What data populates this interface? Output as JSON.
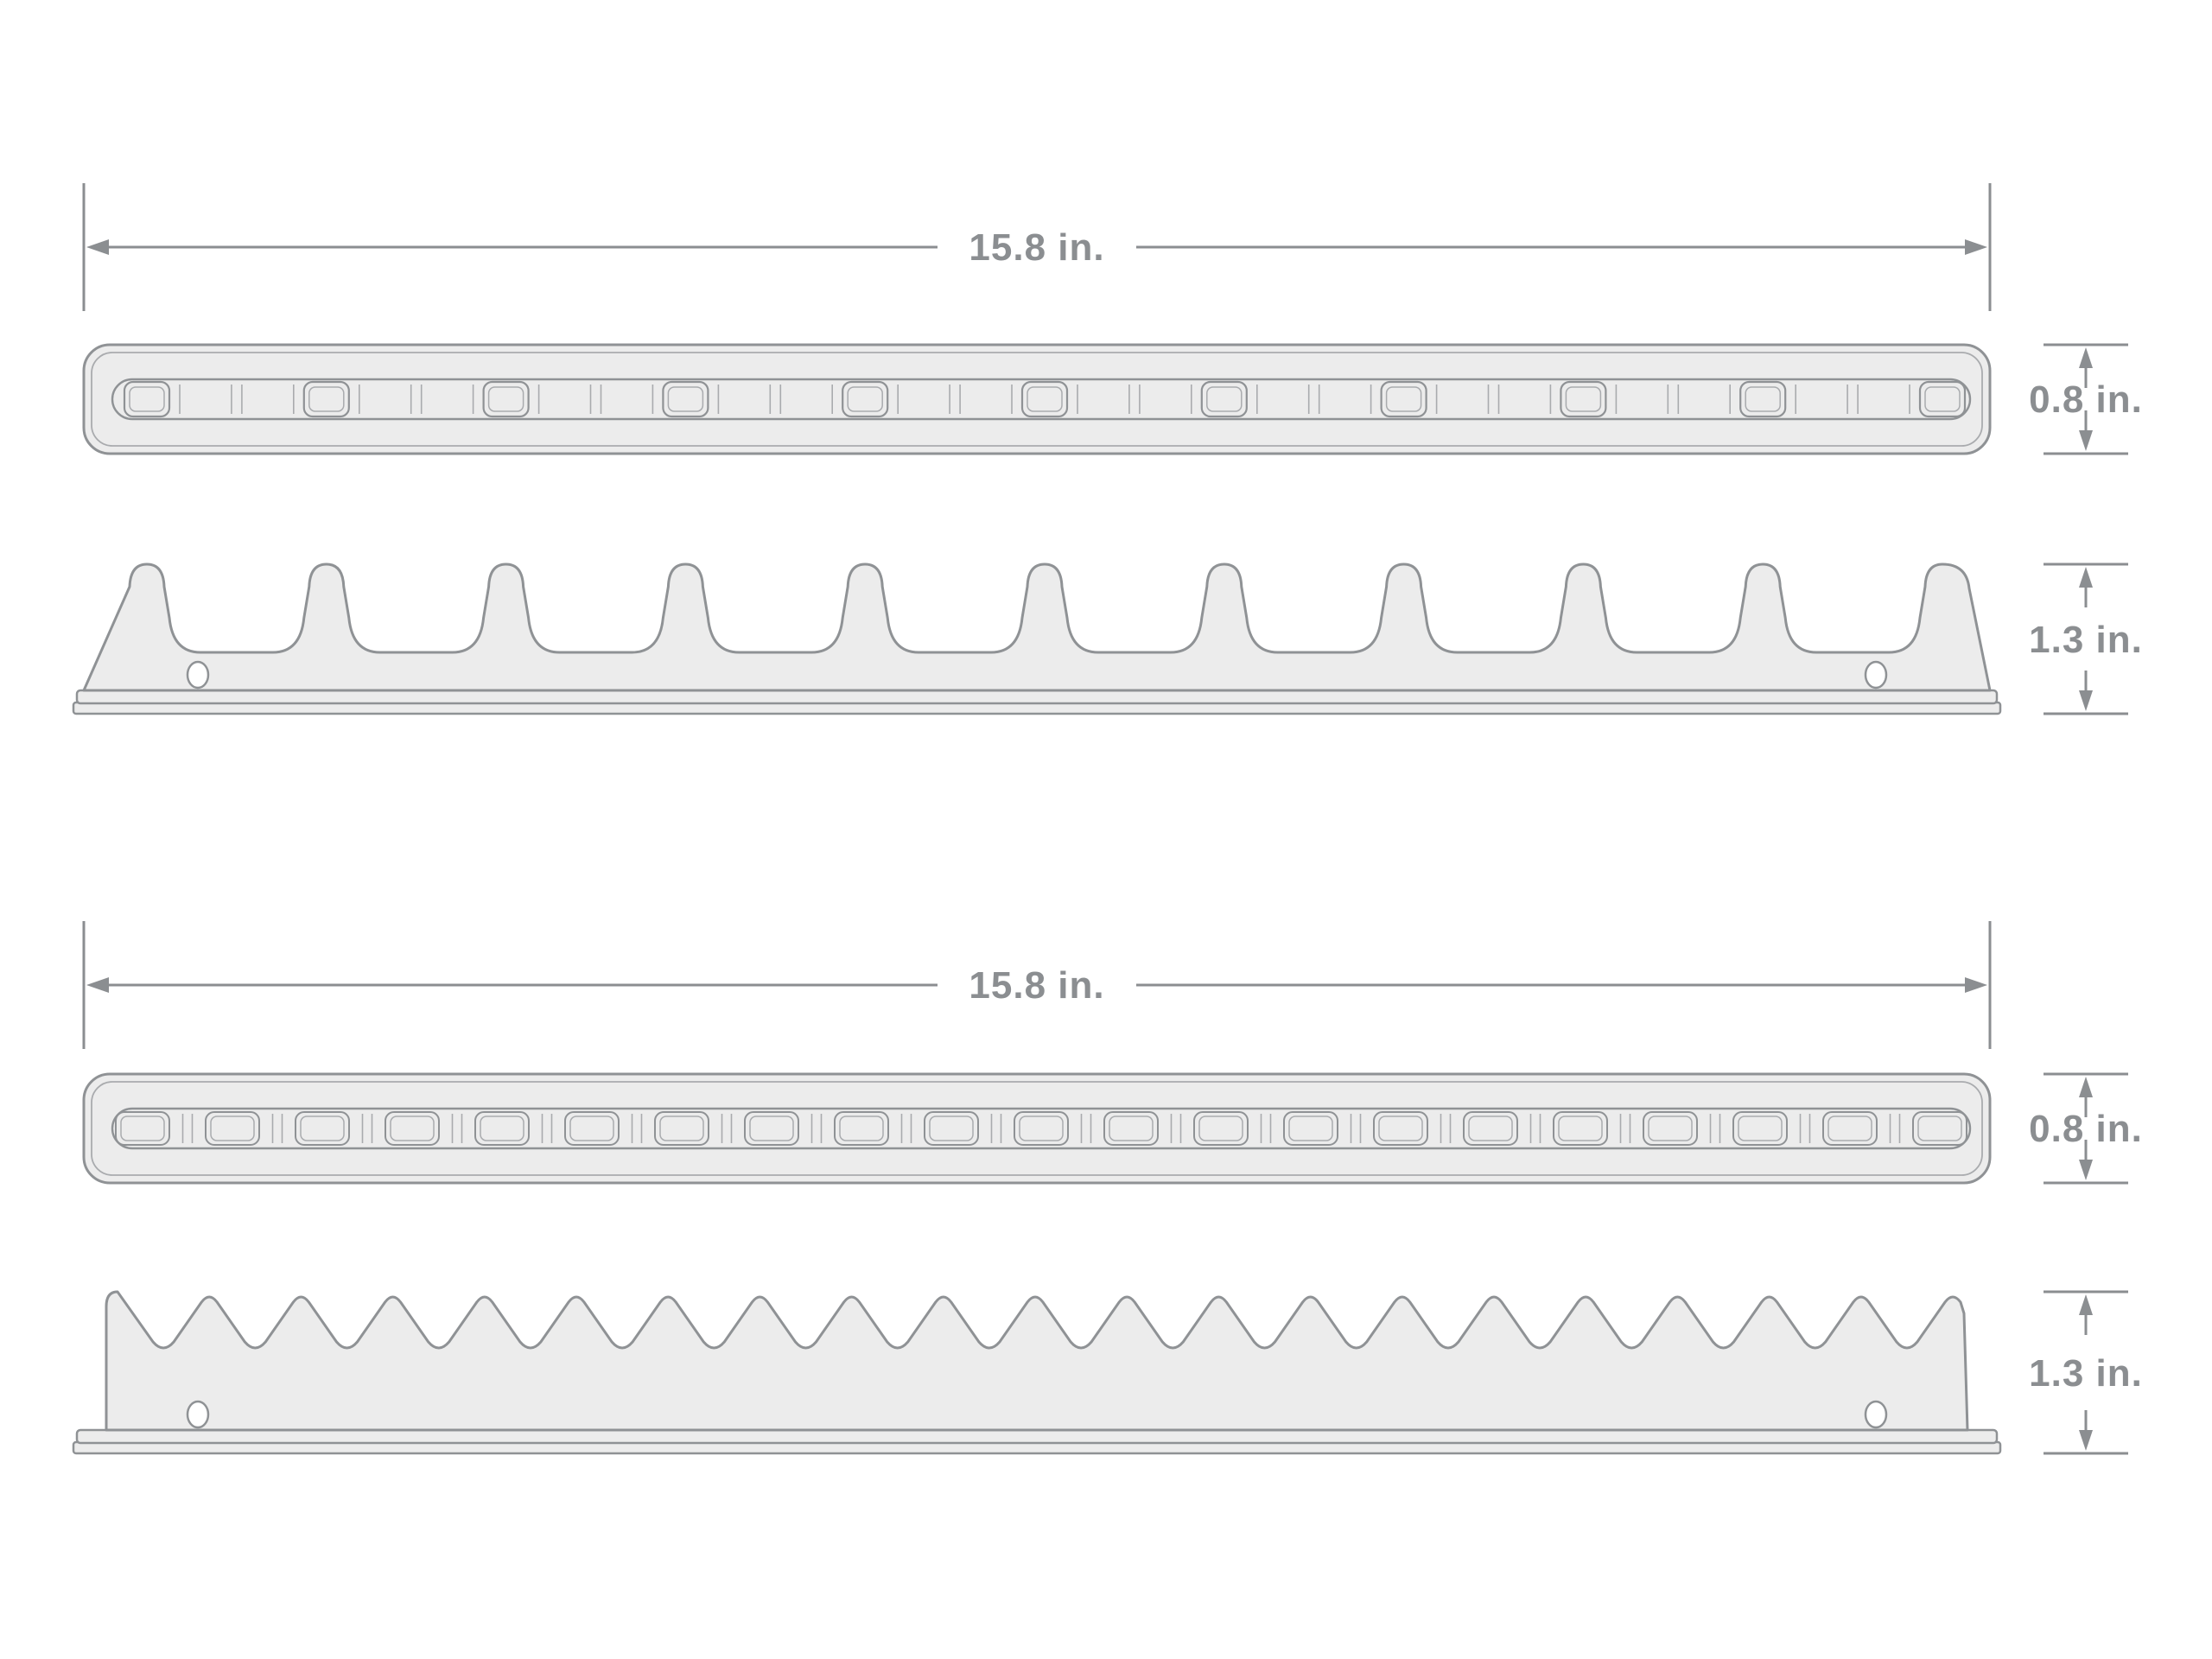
{
  "racks": [
    {
      "id": "rack-1",
      "style": "prong",
      "length_label": "15.8 in.",
      "thickness_label": "0.8 in.",
      "height_label": "1.3 in.",
      "prong_count": 11,
      "clip_count": 11,
      "mount_hole_count": 2
    },
    {
      "id": "rack-2",
      "style": "sawtooth",
      "length_label": "15.8 in.",
      "thickness_label": "0.8 in.",
      "height_label": "1.3 in.",
      "tooth_count": 21,
      "slot_count": 21,
      "mount_hole_count": 2
    }
  ],
  "colors": {
    "background": "#ffffff",
    "part_fill": "#ececec",
    "part_outline": "#8f9295",
    "detail_line": "#a9abae",
    "dimension": "#8b8e91"
  }
}
